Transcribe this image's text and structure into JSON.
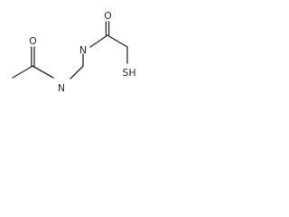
{
  "molecule": {
    "atoms": {
      "o_left": "O",
      "n_left": "N",
      "n_right": "N",
      "o_right": "O",
      "s": "SH"
    }
  }
}
